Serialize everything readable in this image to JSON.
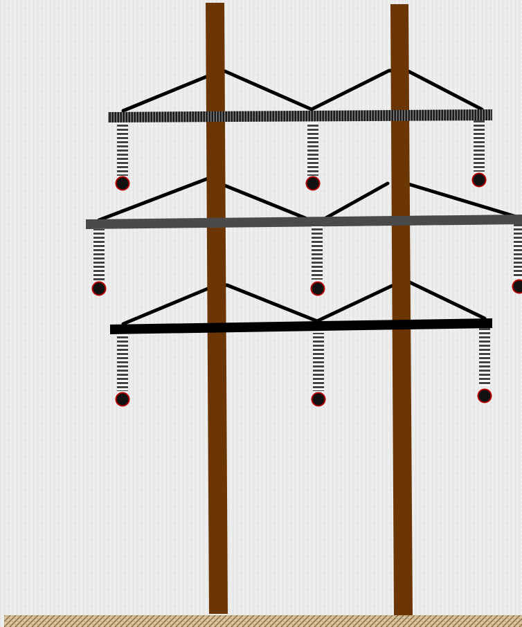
{
  "colors": {
    "background": "#ececec",
    "pole": "#6b3603",
    "ground_light": "#d9c7a3",
    "ground_dark": "#8a6a3c",
    "top_crossarm": "#333333",
    "middle_crossarm": "#4a4a4a",
    "bottom_crossarm": "#000000",
    "brace": "#000000",
    "insulator_dark": "#444444",
    "insulator_light": "#ffffff",
    "conductor_fill": "#111111",
    "conductor_outline": "#b30000"
  },
  "structure": {
    "poles": 2,
    "crossarm_levels": 3,
    "insulators_per_level": 3,
    "conductors": 9
  }
}
